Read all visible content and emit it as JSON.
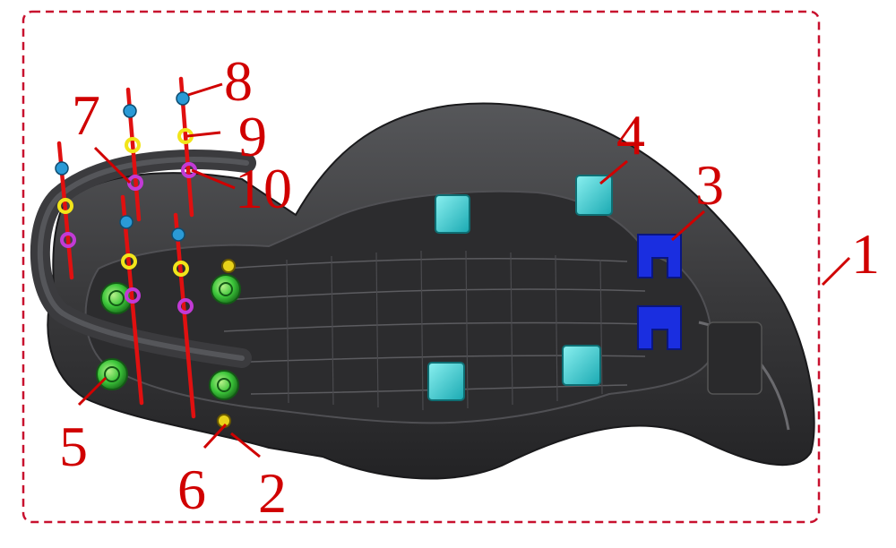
{
  "diagram": {
    "callouts": [
      {
        "id": "1",
        "label": "1"
      },
      {
        "id": "2",
        "label": "2"
      },
      {
        "id": "3",
        "label": "3"
      },
      {
        "id": "4",
        "label": "4"
      },
      {
        "id": "5",
        "label": "5"
      },
      {
        "id": "6",
        "label": "6"
      },
      {
        "id": "7",
        "label": "7"
      },
      {
        "id": "8",
        "label": "8"
      },
      {
        "id": "9",
        "label": "9"
      },
      {
        "id": "10",
        "label": "10"
      }
    ],
    "colors": {
      "frame": "#c8102e",
      "callout": "#d00000",
      "seat_base": "#3a3a3c",
      "clip_cyan": "#2fd1d6",
      "bracket_blue": "#1a2ee0",
      "grommet_green": "#36c23a",
      "screw_head_blue": "#2a9ad6",
      "washer_yellow": "#f2e51a",
      "nut_magenta": "#c23ad6"
    }
  }
}
